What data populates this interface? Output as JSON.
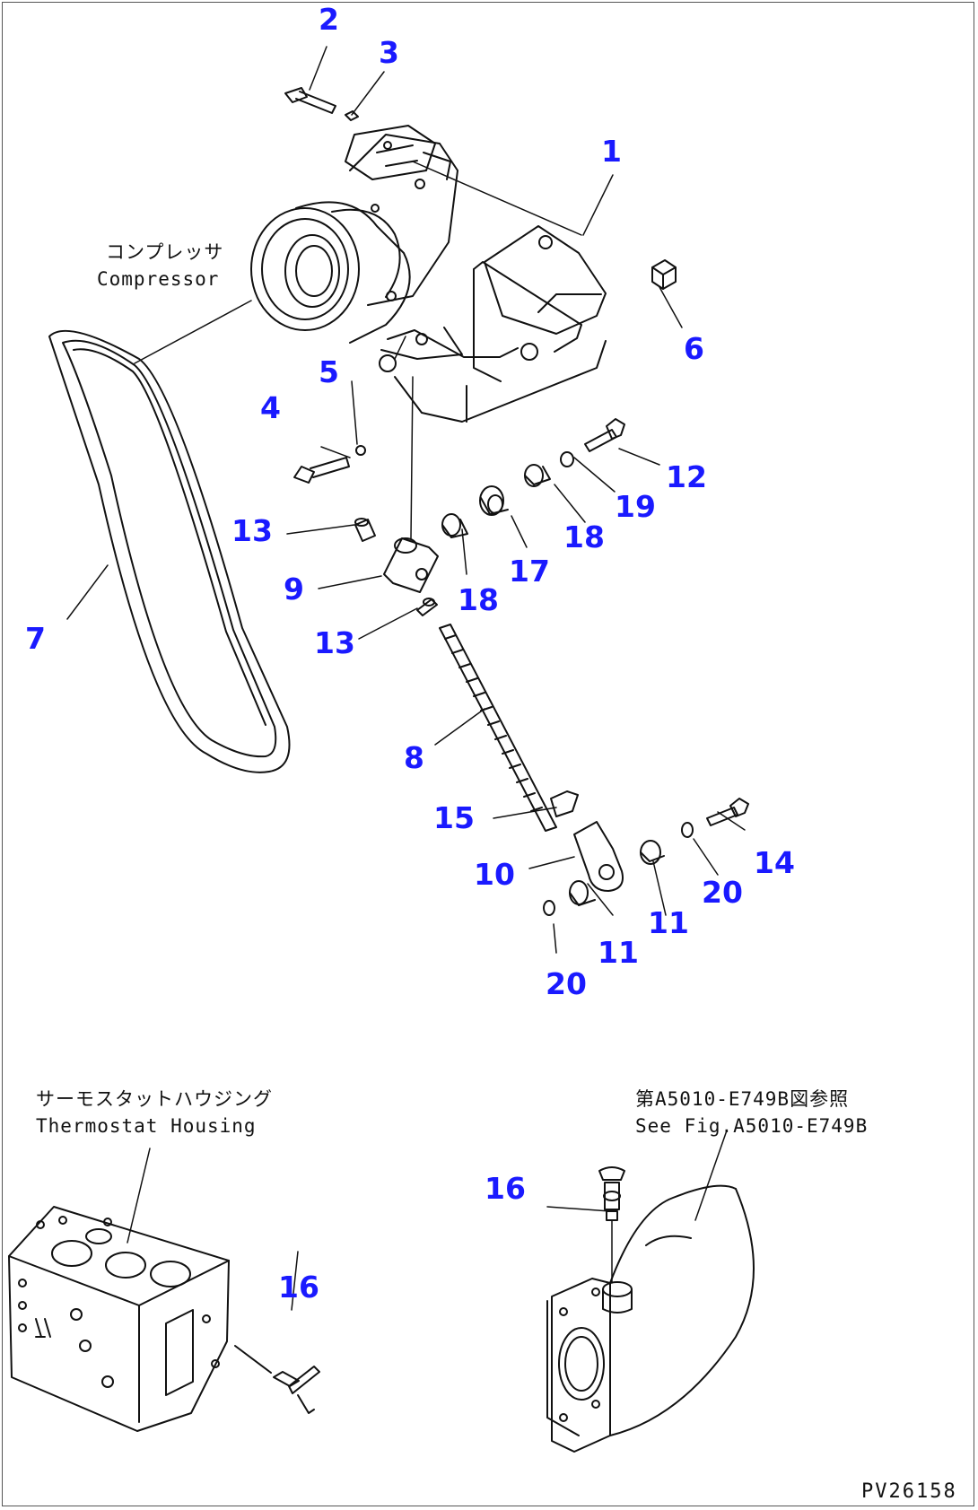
{
  "callouts": {
    "n1": "1",
    "n2": "2",
    "n3": "3",
    "n4": "4",
    "n5": "5",
    "n6": "6",
    "n7": "7",
    "n8": "8",
    "n9": "9",
    "n10": "10",
    "n11a": "11",
    "n11b": "11",
    "n12": "12",
    "n13a": "13",
    "n13b": "13",
    "n14": "14",
    "n15": "15",
    "n16a": "16",
    "n16b": "16",
    "n17": "17",
    "n18a": "18",
    "n18b": "18",
    "n19": "19",
    "n20a": "20",
    "n20b": "20"
  },
  "captions": {
    "compressor_jp": "コンプレッサ",
    "compressor_en": "Compressor",
    "thermostat_jp": "サーモスタットハウジング",
    "thermostat_en": "Thermostat Housing",
    "see_fig_jp": "第A5010-E749B図参照",
    "see_fig_en": "See Fig.A5010-E749B"
  },
  "drawing_code": "PV26158"
}
